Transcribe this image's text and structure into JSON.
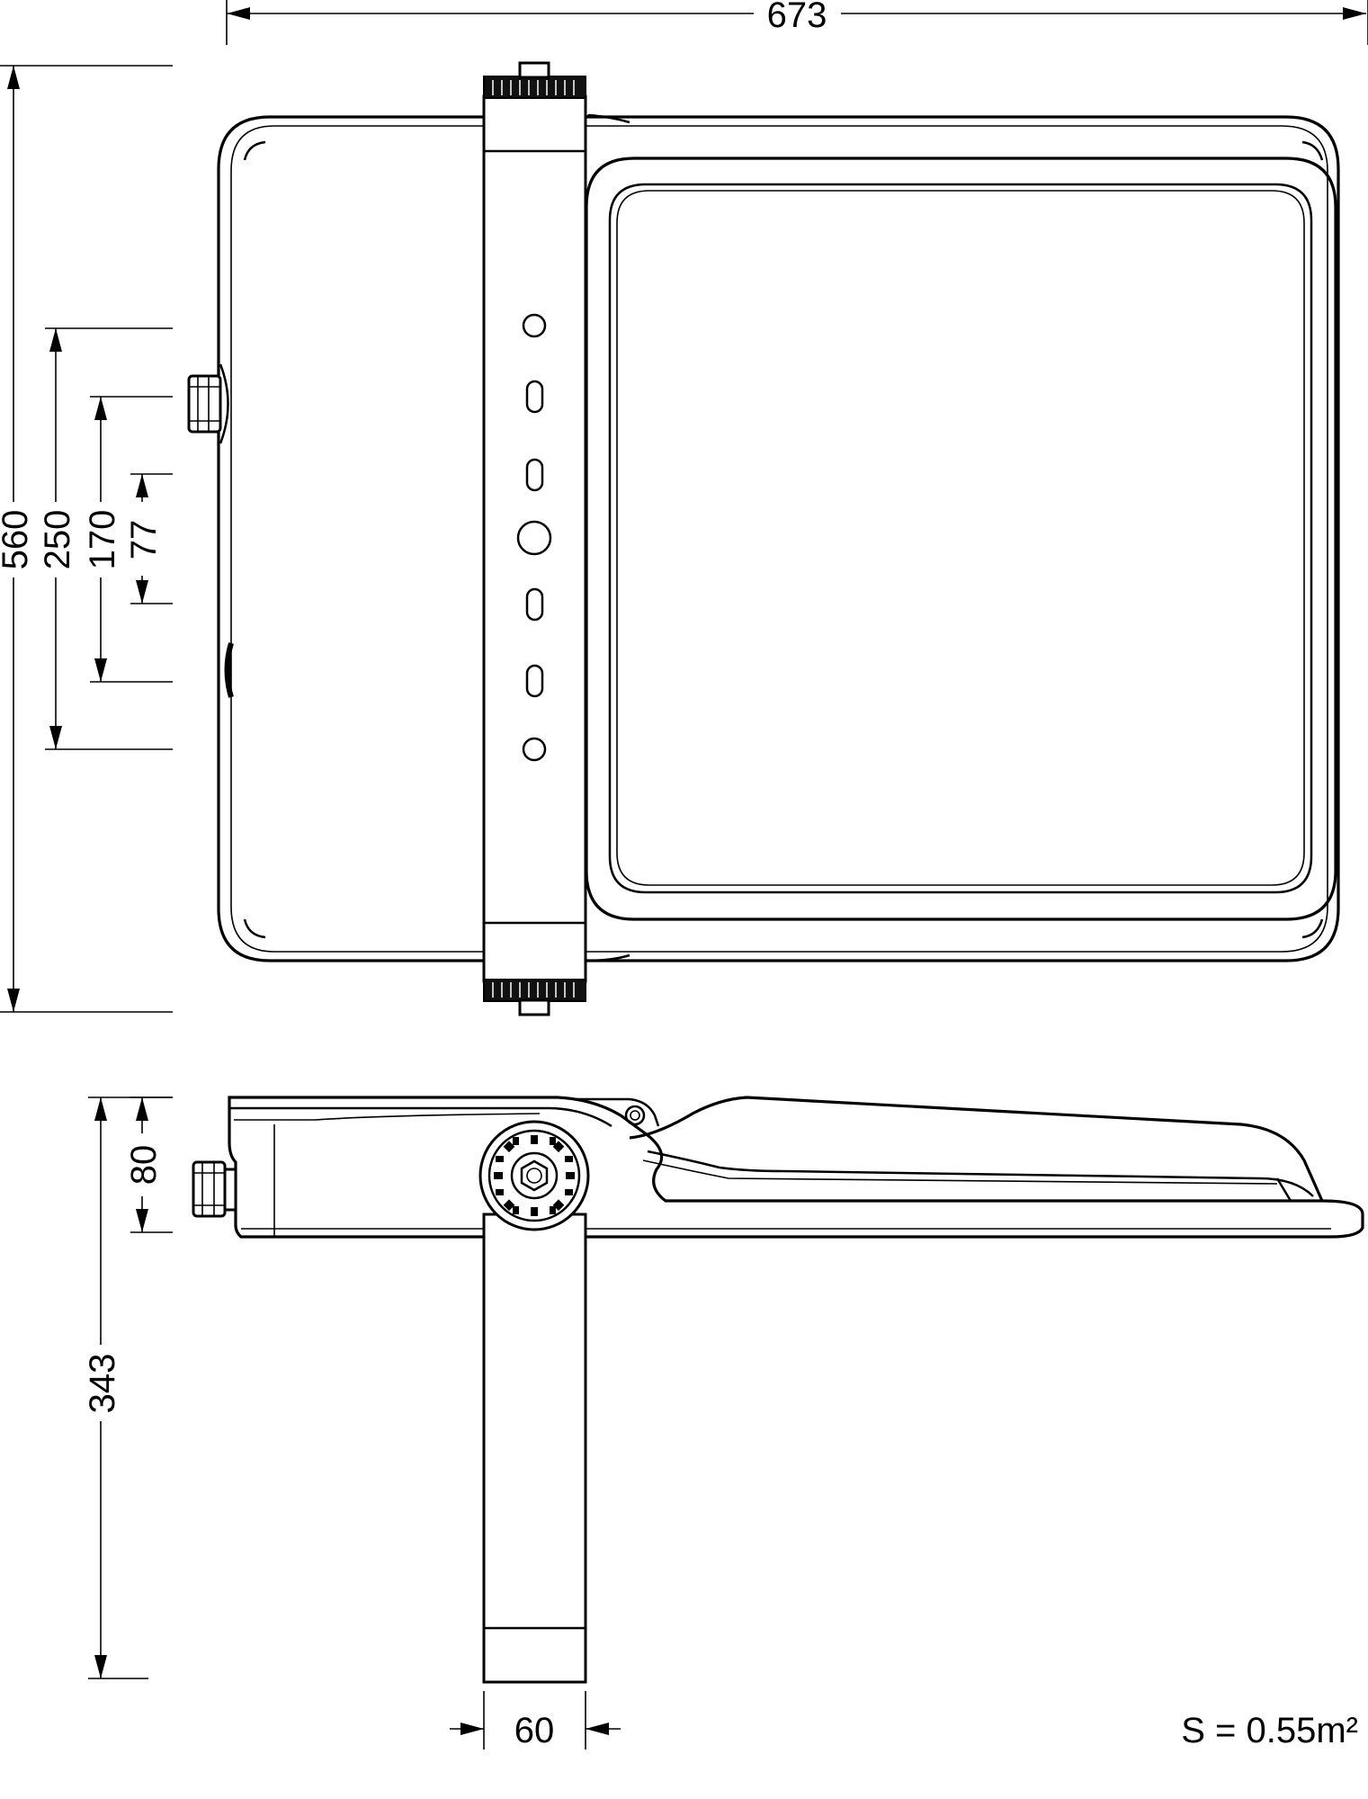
{
  "dimensions": {
    "overall_width": "673",
    "overall_height": "560",
    "mount_spacing_outer": "250",
    "mount_spacing_mid": "170",
    "mount_spacing_inner": "77",
    "housing_depth": "80",
    "bracket_length": "343",
    "bracket_width": "60"
  },
  "notes": {
    "surface_area": "S = 0.55m²"
  }
}
